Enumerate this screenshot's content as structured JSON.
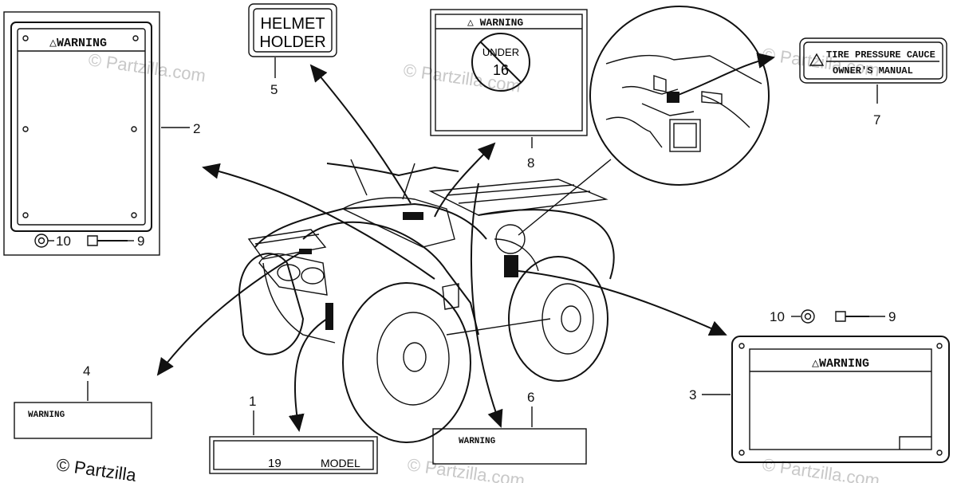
{
  "watermark": "© Partzilla.com",
  "corner_watermark": "© Partzilla",
  "callouts": {
    "c1": "1",
    "c2": "2",
    "c3": "3",
    "c4": "4",
    "c5": "5",
    "c6": "6",
    "c7": "7",
    "c8": "8",
    "c9a": "9",
    "c9b": "9",
    "c10a": "10",
    "c10b": "10"
  },
  "labels": {
    "helmet_line1": "HELMET",
    "helmet_line2": "HOLDER",
    "warning_2": "△WARNING",
    "warning_8": "△ WARNING",
    "under_16_line1": "UNDER",
    "under_16_line2": "16",
    "tire_line1": "TIRE PRESSURE CAUCE",
    "tire_line2": "OWNER'S MANUAL",
    "warning_3": "△WARNING",
    "warning_4": "WARNING",
    "warning_6": "WARNING",
    "model_year": "19",
    "model_word": "MODEL"
  }
}
